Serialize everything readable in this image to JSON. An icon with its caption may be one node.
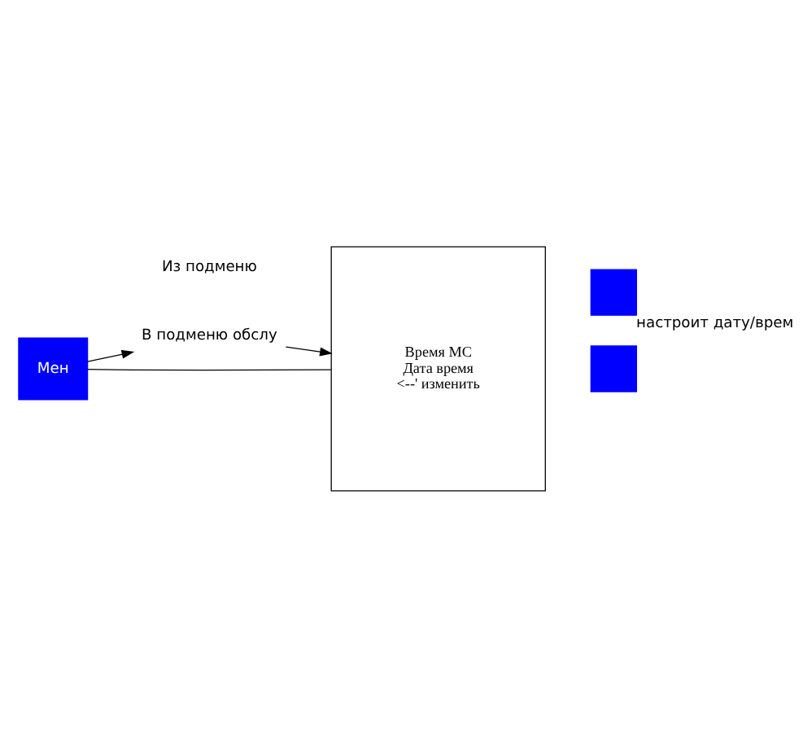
{
  "diagram": {
    "nodes": [
      {
        "text": [
          "В подменю обслу"
        ]
      },
      {
        "text": [
          "Мен"
        ]
      },
      {
        "text": [
          "Время МС",
          "Дата время",
          "<--' изменить"
        ]
      },
      {
        "text": [],
        "shape": "box"
      },
      {
        "text": [],
        "shape": "box",
        "beside": [
          "настроит дату/врем"
        ]
      }
    ],
    "edges": [
      {
        "from": 0,
        "to": 2,
        "arrow": "to"
      },
      {
        "from": 1,
        "to": 0,
        "arrow": "to"
      },
      {
        "from": 1,
        "to": 2,
        "arrow": "none"
      }
    ],
    "labels": [
      "Из подменю"
    ]
  }
}
